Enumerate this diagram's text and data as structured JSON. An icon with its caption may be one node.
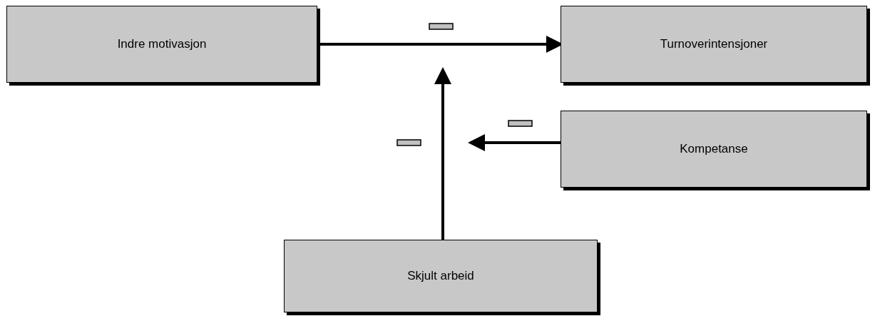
{
  "diagram": {
    "nodes": [
      {
        "text": [
          "Indre motivasjon"
        ]
      },
      {
        "text": [
          "Turnoverintensjoner"
        ]
      },
      {
        "text": [
          "Kompetanse"
        ]
      },
      {
        "text": [
          "Skjult arbeid"
        ]
      }
    ],
    "edges": [
      {
        "from": 0,
        "to": 1,
        "arrow": "to"
      },
      {
        "from": 2,
        "to": null,
        "arrow": "to"
      },
      {
        "from": 3,
        "to": null,
        "arrow": "to"
      }
    ]
  }
}
